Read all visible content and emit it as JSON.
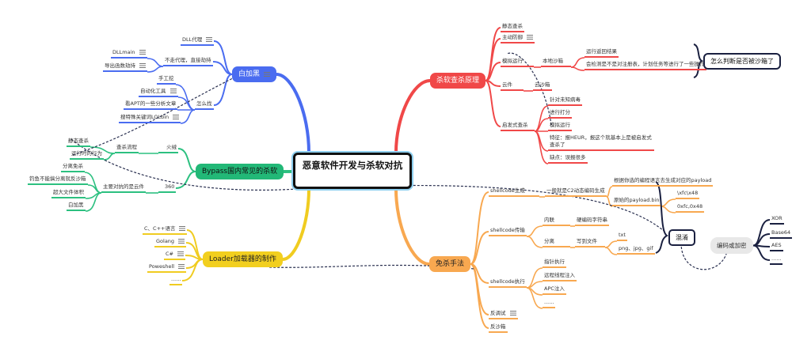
{
  "center": {
    "title": "恶意软件开发与杀软对抗"
  },
  "white_black": {
    "label": "白加黑",
    "dll_proxy": "DLL代理",
    "direct_hijack": "不走代理，直接劫持",
    "dllmain": "DLLmain",
    "export_hijack": "导出函数劫持",
    "how_find": "怎么找",
    "manual": "手工挖",
    "auto_tool": "自动化工具",
    "apt": "看APT的一些分析文章",
    "lolbin": "搜特殊关键词LOLbin"
  },
  "bypass": {
    "label": "Bypass国内常见的杀软",
    "huorong": "火绒",
    "process": "查杀流程",
    "static": "静态查杀",
    "runtime": "运行时的行为",
    "q360": "360",
    "cloud": "主要对抗的是云件",
    "separate": "分离免杀",
    "phishing": "钓鱼不能搞分离就反沙箱",
    "bigfile": "超大文件体积",
    "whiteblack": "白加黑"
  },
  "loader": {
    "label": "Loader加载器的制作",
    "items": [
      "C、C++语言",
      "Golang",
      "C#",
      "Poweshell",
      "......"
    ]
  },
  "av": {
    "label": "杀软查杀原理",
    "static": "静态查杀",
    "active": "主动防御",
    "emulate": "模拟运行",
    "local_sandbox": "本地沙箱",
    "run_result": "运行返回结果",
    "detect_ops": "会检测是不是对注册表，计划任务等进行了一些操作",
    "cloud": "云件",
    "cloud_sandbox": "云沙箱",
    "heuristic": "启发式查杀",
    "h_unknown": "针对未知病毒",
    "h_score": "进行打分",
    "h_emulate": "模拟运行",
    "h_feature": "特征：报HEUR，报这个就基本上是被启发式查杀了",
    "h_drawback": "缺点：误报很多",
    "callout": "怎么判断是否被沙箱了"
  },
  "techniques": {
    "label": "免杀手法",
    "gen": "shellcode生成",
    "gen_sub": "一般就是C2动态编码生成",
    "gen_lang": "根据你选的编程语言去生成对应的payload",
    "gen_raw": "原始的payload.bin",
    "hex1": "\\xfc\\x48",
    "hex2": "0xfc,0x48",
    "transfer": "shellcode传输",
    "inline": "内联",
    "hardcode": "硬编码字符串",
    "split": "分离",
    "write_file": "写到文件",
    "txt": "txt",
    "img": "png、jpg、gif",
    "exec": "shellcode执行",
    "ptr": "指针执行",
    "remote": "远程线程注入",
    "apc": "APC注入",
    "more": "......",
    "antidebug": "反调试",
    "antisandbox": "反沙箱"
  },
  "obfuscation": {
    "label": "混淆",
    "encode": "编码或加密",
    "items": [
      "XOR",
      "Base64",
      "AES",
      "......"
    ]
  }
}
